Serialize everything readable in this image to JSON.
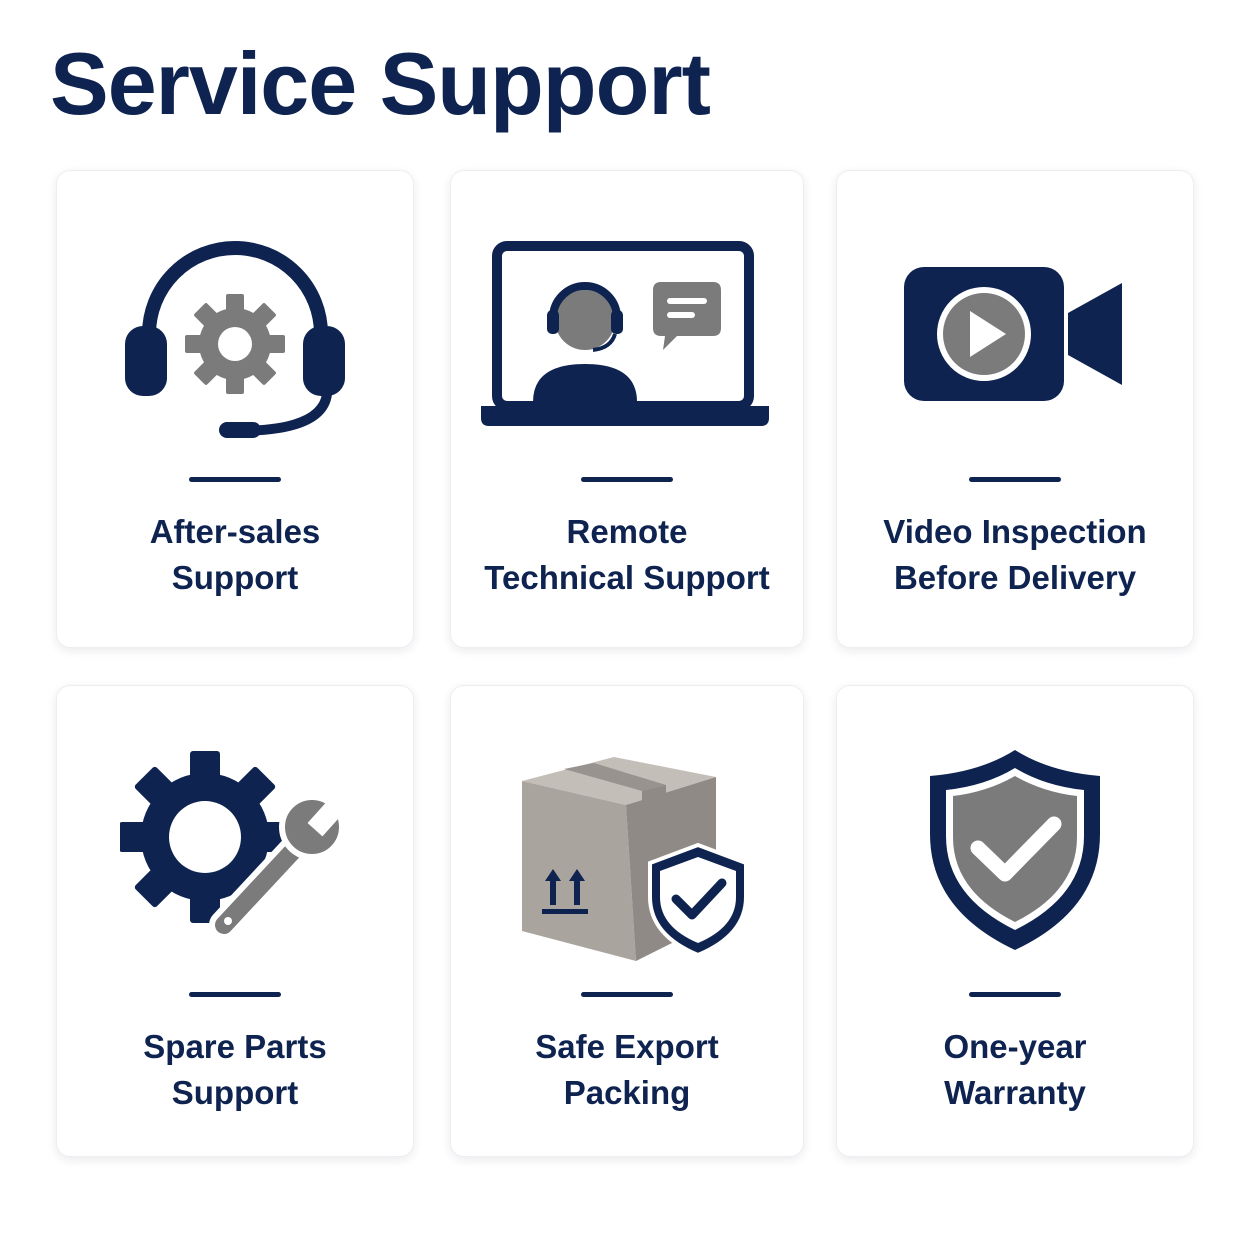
{
  "page": {
    "title": "Service Support"
  },
  "colors": {
    "navy": "#0e2350",
    "gray": "#7b7b7b",
    "box": "#aaa49f",
    "background": "#ffffff"
  },
  "cards": [
    {
      "icon": "headset-gear-icon",
      "line1": "After-sales",
      "line2": "Support"
    },
    {
      "icon": "laptop-remote-agent-icon",
      "line1": "Remote",
      "line2": "Technical Support"
    },
    {
      "icon": "video-camera-icon",
      "line1": "Video Inspection",
      "line2": "Before Delivery"
    },
    {
      "icon": "gear-wrench-icon",
      "line1": "Spare Parts",
      "line2": "Support"
    },
    {
      "icon": "shipping-box-shield-icon",
      "line1": "Safe Export",
      "line2": "Packing"
    },
    {
      "icon": "shield-check-icon",
      "line1": "One-year",
      "line2": "Warranty"
    }
  ]
}
